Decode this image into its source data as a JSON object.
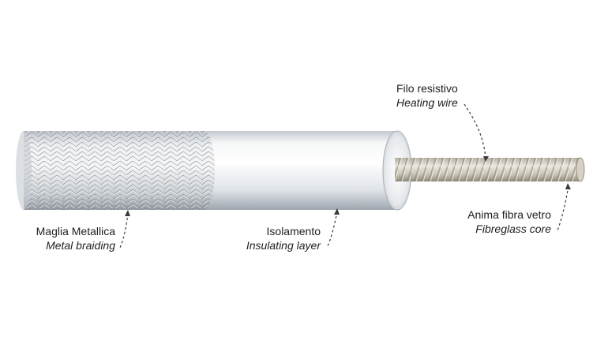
{
  "diagram": {
    "components": [
      {
        "id": "metal-braiding",
        "label_it": "Maglia Metallica",
        "label_en": "Metal braiding"
      },
      {
        "id": "insulating-layer",
        "label_it": "Isolamento",
        "label_en": "Insulating layer"
      },
      {
        "id": "heating-wire",
        "label_it": "Filo resistivo",
        "label_en": "Heating wire"
      },
      {
        "id": "fibreglass-core",
        "label_it": "Anima fibra vetro",
        "label_en": "Fibreglass core"
      }
    ],
    "colors": {
      "braid_light": "#e8ebee",
      "braid_dark": "#9aa1a8",
      "insulation_light": "#ffffff",
      "insulation_mid": "#dfe3e8",
      "insulation_dark": "#a9b0b8",
      "core": "#c8c4b8",
      "text": "#1e1e1e"
    }
  }
}
